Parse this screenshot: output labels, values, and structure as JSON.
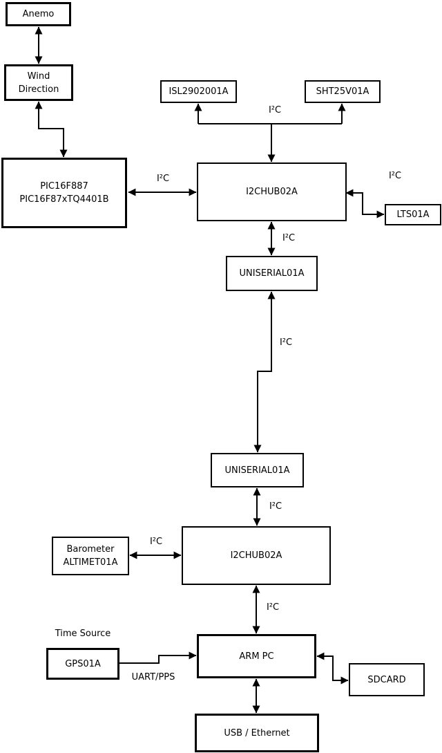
{
  "canvas": {
    "background": "#ffffff",
    "stroke_color": "#000000"
  },
  "nodes": {
    "anemo": {
      "lines": [
        "Anemo"
      ]
    },
    "wind": {
      "lines": [
        "Wind",
        "Direction"
      ]
    },
    "pic": {
      "lines": [
        "PIC16F887",
        "PIC16F87xTQ4401B"
      ]
    },
    "isl": {
      "lines": [
        "ISL2902001A"
      ]
    },
    "sht": {
      "lines": [
        "SHT25V01A"
      ]
    },
    "hub1": {
      "lines": [
        "I2CHUB02A"
      ]
    },
    "lts": {
      "lines": [
        "LTS01A"
      ]
    },
    "uniserial1": {
      "lines": [
        "UNISERIAL01A"
      ]
    },
    "uniserial2": {
      "lines": [
        "UNISERIAL01A"
      ]
    },
    "hub2": {
      "lines": [
        "I2CHUB02A"
      ]
    },
    "barometer": {
      "lines": [
        "Barometer",
        "ALTIMET01A"
      ]
    },
    "arm_pc": {
      "lines": [
        "ARM PC"
      ]
    },
    "gps": {
      "lines": [
        "GPS01A"
      ]
    },
    "sdcard": {
      "lines": [
        "SDCARD"
      ]
    },
    "usb_ethernet": {
      "lines": [
        "USB / Ethernet"
      ]
    }
  },
  "connections": [
    {
      "from": "Anemo",
      "to": "Wind Direction",
      "style": "bidirectional",
      "label": ""
    },
    {
      "from": "Wind Direction",
      "to": "PIC16F887 PIC16F87xTQ4401B",
      "style": "bidirectional",
      "label": ""
    },
    {
      "from": "PIC16F887 PIC16F87xTQ4401B",
      "to": "I2CHUB02A (upper)",
      "style": "bidirectional",
      "label": "I²C"
    },
    {
      "from": "I2CHUB02A (upper)",
      "to": "ISL2902001A / SHT25V01A",
      "style": "bus",
      "label": "I²C"
    },
    {
      "from": "I2CHUB02A (upper)",
      "to": "LTS01A",
      "style": "bidirectional",
      "label": "I²C"
    },
    {
      "from": "I2CHUB02A (upper)",
      "to": "UNISERIAL01A (upper)",
      "style": "bidirectional",
      "label": "I²C"
    },
    {
      "from": "UNISERIAL01A (upper)",
      "to": "UNISERIAL01A (lower)",
      "style": "bidirectional",
      "label": "I²C"
    },
    {
      "from": "UNISERIAL01A (lower)",
      "to": "I2CHUB02A (lower)",
      "style": "bidirectional",
      "label": "I²C"
    },
    {
      "from": "Barometer ALTIMET01A",
      "to": "I2CHUB02A (lower)",
      "style": "bidirectional",
      "label": "I²C"
    },
    {
      "from": "I2CHUB02A (lower)",
      "to": "ARM PC",
      "style": "bidirectional",
      "label": "I²C"
    },
    {
      "from": "GPS01A",
      "to": "ARM PC",
      "style": "unidirectional",
      "label": "UART/PPS"
    },
    {
      "from": "ARM PC",
      "to": "SDCARD",
      "style": "bidirectional",
      "label": ""
    },
    {
      "from": "ARM PC",
      "to": "USB / Ethernet",
      "style": "bidirectional",
      "label": ""
    }
  ],
  "annotations": {
    "time_source": "Time Source"
  }
}
